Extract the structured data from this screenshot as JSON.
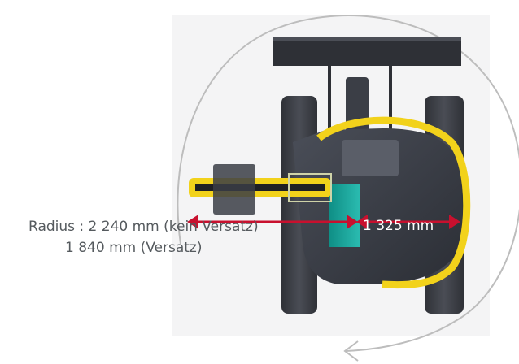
{
  "labels": {
    "radius_line1": "Radius : 2 240 mm (kein Versatz)",
    "radius_line2": "1 840 mm (Versatz)",
    "width_label": "1 325 mm"
  },
  "colors": {
    "arrow": "#c8102e",
    "rotation_arc": "#bdbdbd",
    "machine_body": "#3a3d45",
    "machine_yellow": "#f2d21b",
    "counterweight_teal": "#1aa39a",
    "label_text": "#555a5e"
  },
  "icons": {
    "rotation_arc": "rotation-arc-icon",
    "dimension_arrow": "double-arrow-icon"
  }
}
